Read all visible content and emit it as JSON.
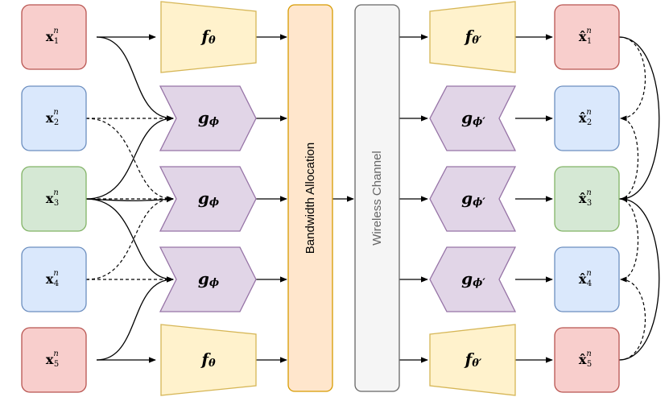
{
  "inputs": [
    {
      "label": "x",
      "sup": "n",
      "sub": "1",
      "fill": "#f8cecc",
      "stroke": "#b85450"
    },
    {
      "label": "x",
      "sup": "n",
      "sub": "2",
      "fill": "#dae8fc",
      "stroke": "#6c8ebf"
    },
    {
      "label": "x",
      "sup": "n",
      "sub": "3",
      "fill": "#d5e8d4",
      "stroke": "#82b366"
    },
    {
      "label": "x",
      "sup": "n",
      "sub": "4",
      "fill": "#dae8fc",
      "stroke": "#6c8ebf"
    },
    {
      "label": "x",
      "sup": "n",
      "sub": "5",
      "fill": "#f8cecc",
      "stroke": "#b85450"
    }
  ],
  "outputs": [
    {
      "label": "x̂",
      "sup": "n",
      "sub": "1",
      "fill": "#f8cecc",
      "stroke": "#b85450"
    },
    {
      "label": "x̂",
      "sup": "n",
      "sub": "2",
      "fill": "#dae8fc",
      "stroke": "#6c8ebf"
    },
    {
      "label": "x̂",
      "sup": "n",
      "sub": "3",
      "fill": "#d5e8d4",
      "stroke": "#82b366"
    },
    {
      "label": "x̂",
      "sup": "n",
      "sub": "4",
      "fill": "#dae8fc",
      "stroke": "#6c8ebf"
    },
    {
      "label": "x̂",
      "sup": "n",
      "sub": "5",
      "fill": "#f8cecc",
      "stroke": "#b85450"
    }
  ],
  "encoders": {
    "f": {
      "label": "f",
      "sub": "θ",
      "fill": "#fff2cc",
      "stroke": "#d6b656"
    },
    "g": {
      "label": "g",
      "sub": "ϕ",
      "fill": "#e1d5e7",
      "stroke": "#9673a6"
    }
  },
  "decoders": {
    "f": {
      "label": "f",
      "sub": "θ′",
      "fill": "#fff2cc",
      "stroke": "#d6b656"
    },
    "g": {
      "label": "g",
      "sub": "ϕ′",
      "fill": "#e1d5e7",
      "stroke": "#9673a6"
    }
  },
  "bandwidth_allocation": {
    "label": "Bandwidth Allocation",
    "fill": "#ffe6cc",
    "stroke": "#d79b00"
  },
  "wireless_channel": {
    "label": "Wireless Channel",
    "fill": "#f5f5f5",
    "stroke": "#666666",
    "text_color": "#666666"
  }
}
